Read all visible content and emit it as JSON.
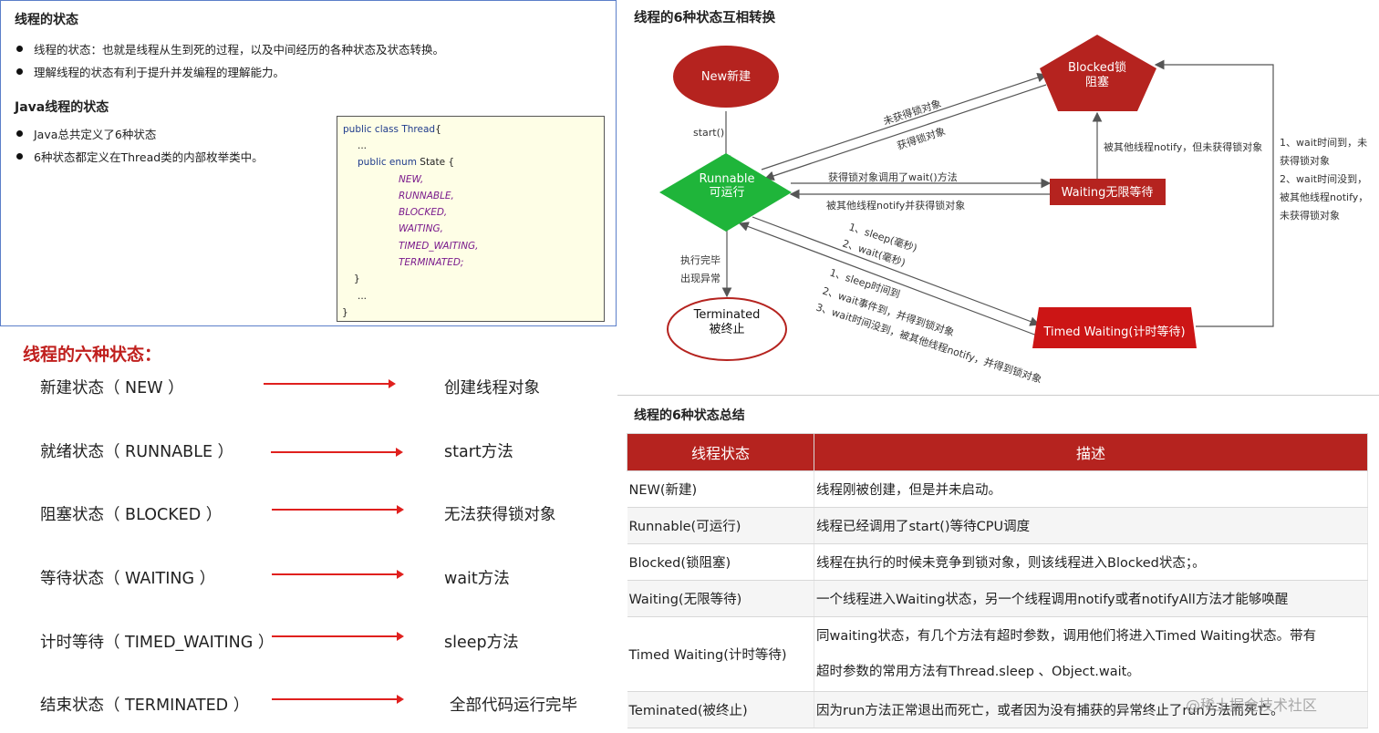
{
  "top_left": {
    "heading1": "线程的状态",
    "bullets1": [
      "线程的状态：也就是线程从生到死的过程，以及中间经历的各种状态及状态转换。",
      "理解线程的状态有利于提升并发编程的理解能力。"
    ],
    "heading2": "Java线程的状态",
    "bullets2": [
      "Java总共定义了6种状态",
      "6种状态都定义在Thread类的内部枚举类中。"
    ],
    "code": {
      "line1_kw": "public class Thread",
      "line1_rest": "{",
      "line2": "...",
      "line3_kw": "public enum",
      "line3_rest": " State {",
      "enums": [
        "NEW,",
        "RUNNABLE,",
        "BLOCKED,",
        "WAITING,",
        "TIMED_WAITING,",
        "TERMINATED;"
      ],
      "line_close1": "}",
      "line_dots": "...",
      "line_close2": "}"
    }
  },
  "six_states": {
    "title": "线程的六种状态：",
    "rows": [
      {
        "name": "新建状态（ NEW ）",
        "desc": "创建线程对象"
      },
      {
        "name": "就绪状态（ RUNNABLE ）",
        "desc": "start方法"
      },
      {
        "name": "阻塞状态（ BLOCKED ）",
        "desc": "无法获得锁对象"
      },
      {
        "name": "等待状态（ WAITING ）",
        "desc": "wait方法"
      },
      {
        "name": "计时等待（ TIMED_WAITING ）",
        "desc": "sleep方法"
      },
      {
        "name": "结束状态（ TERMINATED ）",
        "desc": "全部代码运行完毕"
      }
    ]
  },
  "diagram": {
    "title": "线程的6种状态互相转换",
    "nodes": {
      "new": [
        "New新建"
      ],
      "runnable": [
        "Runnable",
        "可运行"
      ],
      "blocked": [
        "Blocked锁",
        "阻塞"
      ],
      "waiting": [
        "Waiting无限等待"
      ],
      "timed": [
        "Timed Waiting(计时等待)"
      ],
      "terminated": [
        "Terminated",
        "被终止"
      ]
    },
    "labels": {
      "start": "start()",
      "no_lock1": "未获得锁对象",
      "no_lock2": "获得锁对象",
      "get_lock_wait": "获得锁对象调用了wait()方法",
      "notify_get_lock": "被其他线程notify并获得锁对象",
      "notify_no_lock": "被其他线程notify，但未获得锁对象",
      "done1": "执行完毕",
      "done2": "出现异常",
      "sleep_ms": [
        "1、sleep(毫秒)",
        "2、wait(毫秒)"
      ],
      "back": [
        "1、sleep时间到",
        "2、wait事件到，并得到锁对象",
        "3、wait时间没到，被其他线程notify，并得到锁对象"
      ],
      "right_side": [
        "1、wait时间到，未",
        "获得锁对象",
        "2、wait时间没到，",
        "被其他线程notify，",
        "未获得锁对象"
      ]
    },
    "colors": {
      "red": "#b5231f",
      "green": "#1fb53a",
      "line": "#555555"
    }
  },
  "table": {
    "title": "线程的6种状态总结",
    "headers": [
      "线程状态",
      "描述"
    ],
    "rows": [
      {
        "state": "NEW(新建)",
        "desc": [
          "线程刚被创建，但是并未启动。"
        ]
      },
      {
        "state": "Runnable(可运行)",
        "desc": [
          "线程已经调用了start()等待CPU调度"
        ]
      },
      {
        "state": "Blocked(锁阻塞)",
        "desc": [
          "线程在执行的时候未竞争到锁对象，则该线程进入Blocked状态；。"
        ]
      },
      {
        "state": "Waiting(无限等待)",
        "desc": [
          "一个线程进入Waiting状态，另一个线程调用notify或者notifyAll方法才能够唤醒"
        ]
      },
      {
        "state": "Timed Waiting(计时等待)",
        "desc": [
          "同waiting状态，有几个方法有超时参数，调用他们将进入Timed Waiting状态。带有",
          "超时参数的常用方法有Thread.sleep 、Object.wait。"
        ]
      },
      {
        "state": "Teminated(被终止)",
        "desc": [
          "因为run方法正常退出而死亡，或者因为没有捕获的异常终止了run方法而死亡。"
        ]
      }
    ]
  },
  "watermark": "@稀土掘金技术社区"
}
